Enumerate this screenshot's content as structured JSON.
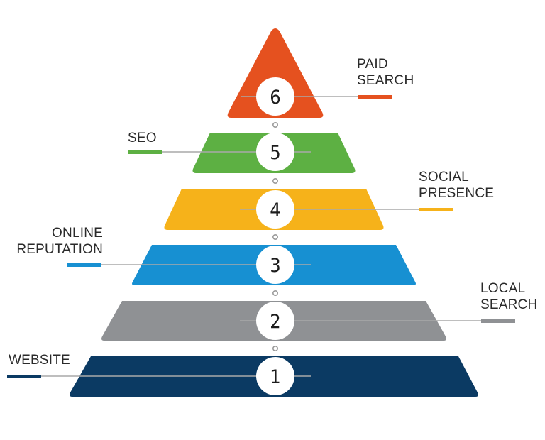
{
  "colors": {
    "paid_search": "#E5511F",
    "seo": "#5DB043",
    "social_presence": "#F6B21A",
    "online_reputation": "#1790D2",
    "local_search": "#8F9194",
    "website": "#0B3A63",
    "connector": "#a9a9a9",
    "label_text": "#2a2a2a"
  },
  "tiers": [
    {
      "number": "6",
      "label_lines": [
        "PAID",
        "SEARCH"
      ],
      "color": "#E5511F"
    },
    {
      "number": "5",
      "label_lines": [
        "SEO"
      ],
      "color": "#5DB043"
    },
    {
      "number": "4",
      "label_lines": [
        "SOCIAL",
        "PRESENCE"
      ],
      "color": "#F6B21A"
    },
    {
      "number": "3",
      "label_lines": [
        "ONLINE",
        "REPUTATION"
      ],
      "color": "#1790D2"
    },
    {
      "number": "2",
      "label_lines": [
        "LOCAL",
        "SEARCH"
      ],
      "color": "#8F9194"
    },
    {
      "number": "1",
      "label_lines": [
        "WEBSITE"
      ],
      "color": "#0B3A63"
    }
  ]
}
